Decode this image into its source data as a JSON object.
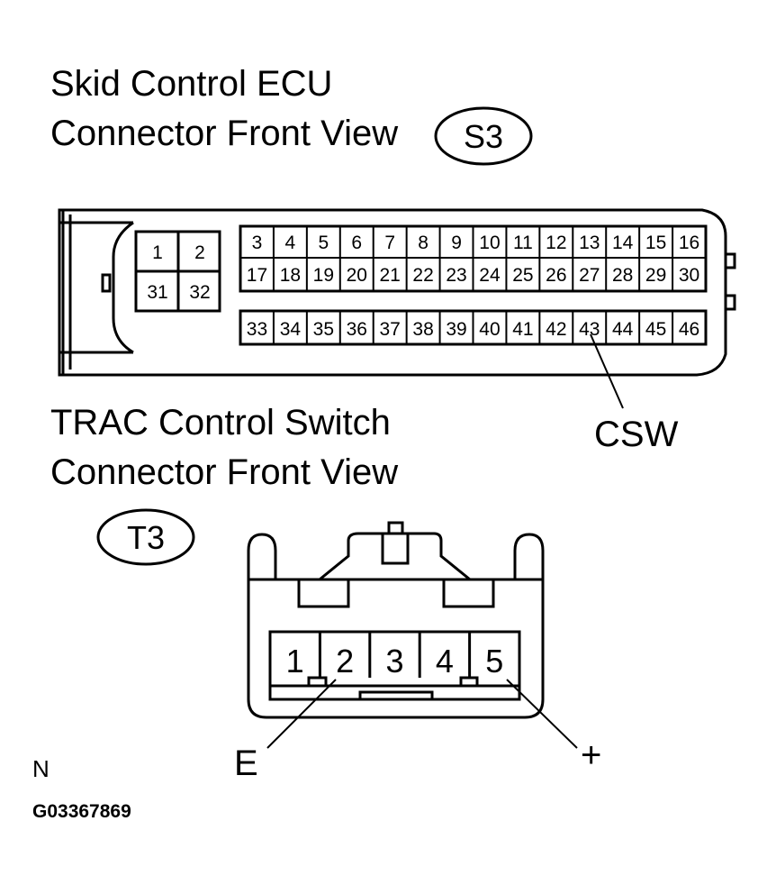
{
  "ecu": {
    "title_line1": "Skid Control ECU",
    "title_line2": "Connector Front View",
    "code": "S3",
    "small_block": [
      [
        "1",
        "2"
      ],
      [
        "31",
        "32"
      ]
    ],
    "rows": [
      [
        "3",
        "4",
        "5",
        "6",
        "7",
        "8",
        "9",
        "10",
        "11",
        "12",
        "13",
        "14",
        "15",
        "16"
      ],
      [
        "17",
        "18",
        "19",
        "20",
        "21",
        "22",
        "23",
        "24",
        "25",
        "26",
        "27",
        "28",
        "29",
        "30"
      ],
      [
        "33",
        "34",
        "35",
        "36",
        "37",
        "38",
        "39",
        "40",
        "41",
        "42",
        "43",
        "44",
        "45",
        "46"
      ]
    ],
    "callout_label": "CSW"
  },
  "switch": {
    "title_line1": "TRAC Control Switch",
    "title_line2": "Connector Front View",
    "code": "T3",
    "pins": [
      "1",
      "2",
      "3",
      "4",
      "5"
    ],
    "label_left": "E",
    "label_right": "+"
  },
  "footer": {
    "mark": "N",
    "figure_id": "G03367869"
  }
}
